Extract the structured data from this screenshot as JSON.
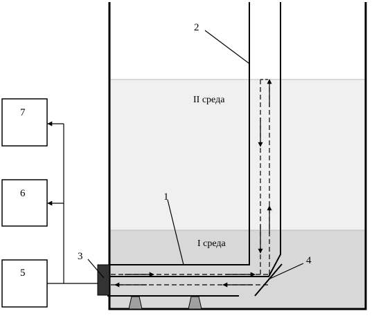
{
  "colors": {
    "background": "#ffffff",
    "stroke": "#000000",
    "medium_upper": "#f0f0f0",
    "medium_lower": "#d8d8d8",
    "transducer": "#333333",
    "support": "#a0a0a0"
  },
  "media": {
    "upper": "II среда",
    "lower": "I среда"
  },
  "labels": {
    "n1": "1",
    "n2": "2",
    "n3": "3",
    "n4": "4",
    "n5": "5",
    "n6": "6",
    "n7": "7"
  },
  "icons": {
    "transducer": "transducer-block-icon",
    "reflector": "reflector-line-icon",
    "supports": "support-leg-icon"
  }
}
